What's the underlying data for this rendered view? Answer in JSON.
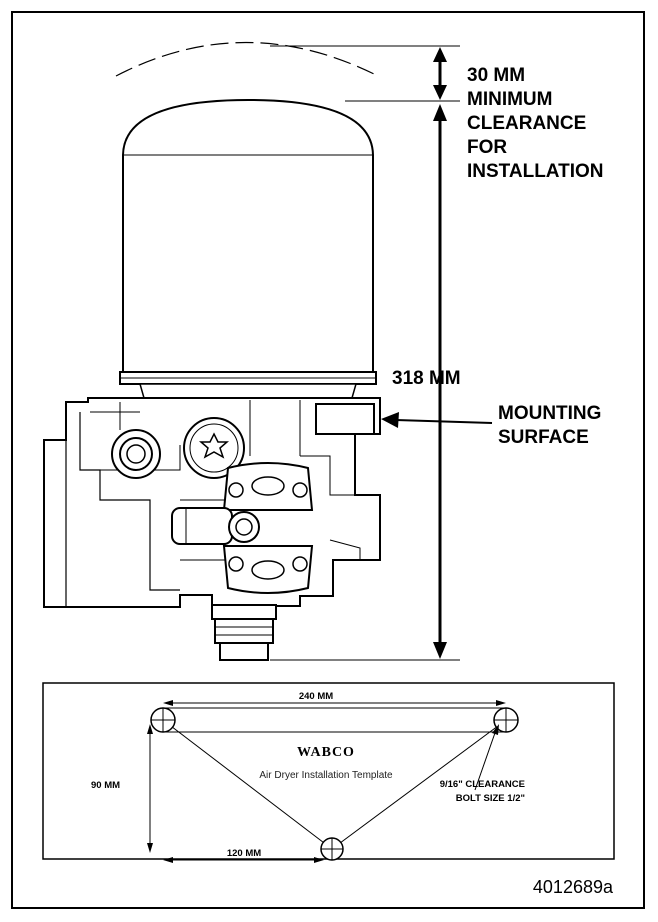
{
  "clearance": {
    "top_dimension": "30 MM",
    "top_label_lines": [
      "MINIMUM",
      "CLEARANCE",
      "FOR",
      "INSTALLATION"
    ]
  },
  "height_dimension": "318 MM",
  "mounting_label_lines": [
    "MOUNTING",
    "SURFACE"
  ],
  "template": {
    "width_dimension": "240 MM",
    "height_dimension": "90 MM",
    "offset_dimension": "120 MM",
    "brand": "WABCO",
    "title": "Air Dryer Installation Template",
    "hole_note_lines": [
      "9/16\" CLEARANCE",
      "BOLT SIZE 1/2\""
    ]
  },
  "figure_number": "4012689a"
}
